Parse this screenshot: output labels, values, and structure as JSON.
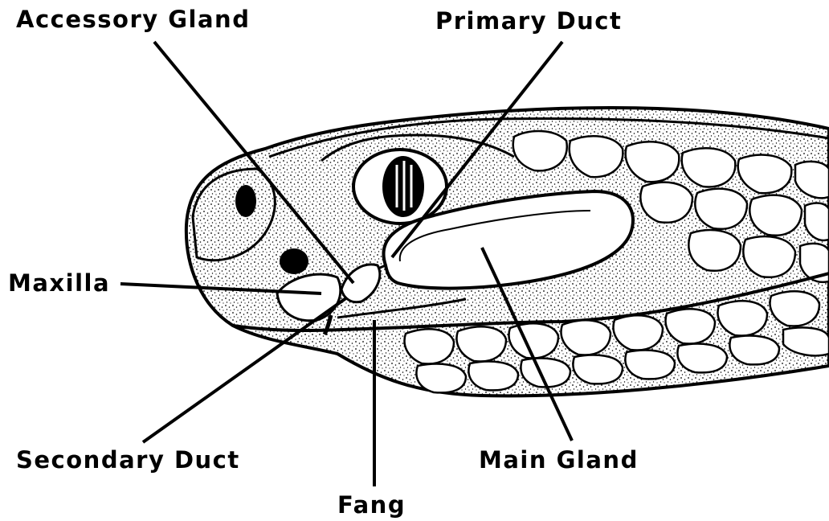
{
  "labels": {
    "accessory_gland": "Accessory Gland",
    "primary_duct": "Primary Duct",
    "maxilla": "Maxilla",
    "secondary_duct": "Secondary Duct",
    "main_gland": "Main Gland",
    "fang": "Fang"
  },
  "colors": {
    "ink": "#000000",
    "paper": "#ffffff"
  }
}
